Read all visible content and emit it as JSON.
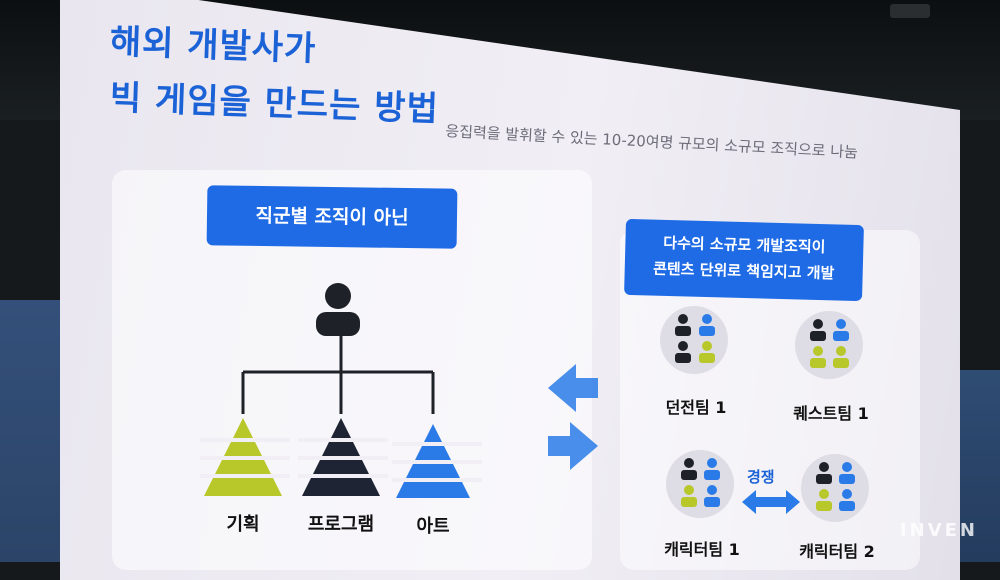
{
  "slide": {
    "title_line1": "해외 개발사가",
    "title_line2": "빅 게임을 만드는 방법",
    "subtitle": "응집력을 발휘할 수 있는 10-20여명 규모의 소규모 조직으로 나눔"
  },
  "left": {
    "pill": "직군별 조직이 아닌",
    "pyramids": [
      {
        "label": "기획",
        "color": "#b8c82a"
      },
      {
        "label": "프로그램",
        "color": "#1e2433"
      },
      {
        "label": "아트",
        "color": "#2a7be8"
      }
    ]
  },
  "right": {
    "pill_line1": "다수의 소규모 개발조직이",
    "pill_line2": "콘텐츠 단위로 책임지고 개발",
    "teams": [
      {
        "label": "던전팀 1"
      },
      {
        "label": "퀘스트팀 1"
      },
      {
        "label": "캐릭터팀 1"
      },
      {
        "label": "캐릭터팀 2"
      }
    ],
    "vs_label": "경쟁"
  },
  "colors": {
    "accent_blue": "#1f6be6",
    "lime": "#b8c82a",
    "dark": "#1e2433"
  },
  "watermark": "INVEN"
}
